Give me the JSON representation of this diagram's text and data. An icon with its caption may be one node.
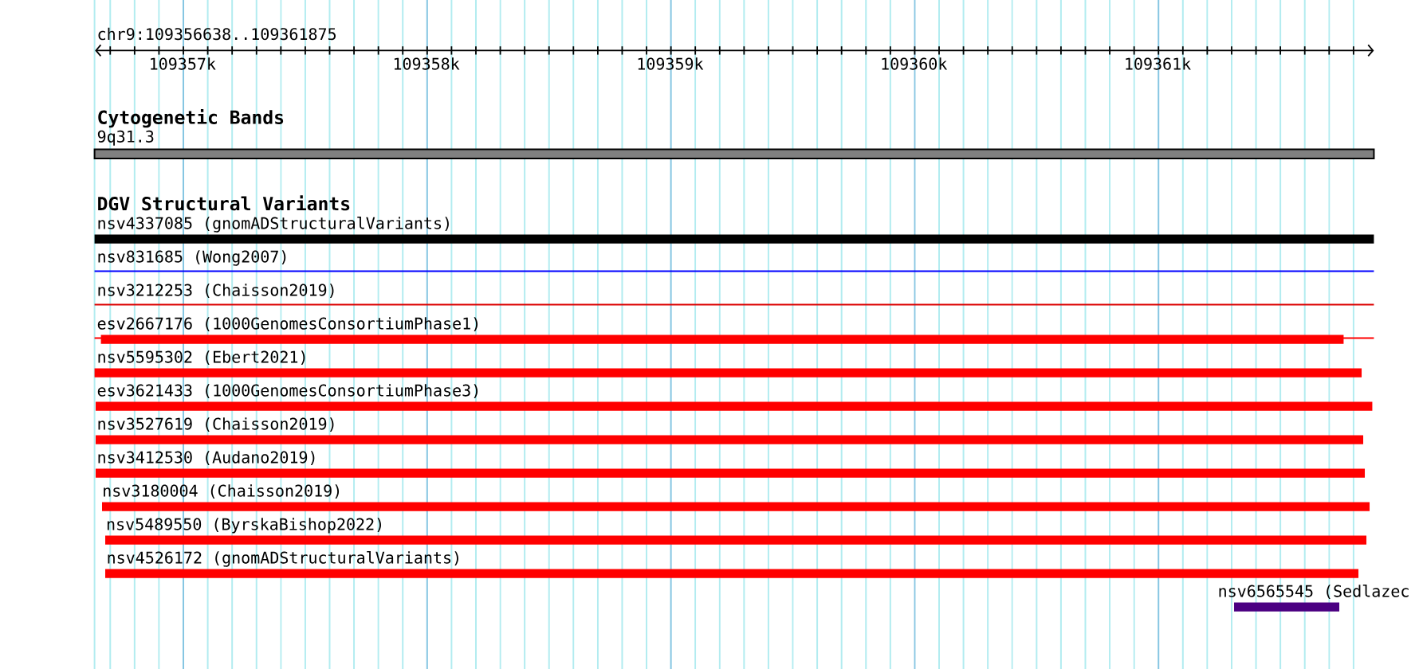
{
  "diagram": {
    "nodes": [
      {
        "text": [
          "9q31.3"
        ]
      },
      {
        "text": [
          "nsv4337085 (gnomADStructuralVariants)"
        ]
      },
      {
        "text": [
          "nsv831685 (Wong2007)"
        ]
      },
      {
        "text": [
          "nsv3212253 (Chaisson2019)"
        ]
      },
      {
        "text": [
          "esv2667176 (1000GenomesConsortiumPhase1)"
        ]
      },
      {
        "text": [
          "nsv5595302 (Ebert2021)"
        ]
      },
      {
        "text": [
          "esv3621433 (1000GenomesConsortiumPhase3)"
        ]
      },
      {
        "text": [
          "nsv3527619 (Chaisson2019)"
        ]
      },
      {
        "text": [
          "nsv3412530 (Audano2019)"
        ]
      },
      {
        "text": [
          "nsv3180004 (Chaisson2019)"
        ]
      },
      {
        "text": [
          "nsv5489550 (ByrskaBishop2022)"
        ]
      },
      {
        "text": [
          "nsv4526172 (gnomADStructuralVariants)"
        ]
      },
      {
        "text": [
          "nsv6565545 (Sedlazec"
        ]
      }
    ],
    "labels": [
      "chr9:109356638..109361875",
      "109357k",
      "109358k",
      "109359k",
      "109360k",
      "109361k",
      "Cytogenetic Bands",
      "DGV Structural Variants"
    ]
  }
}
